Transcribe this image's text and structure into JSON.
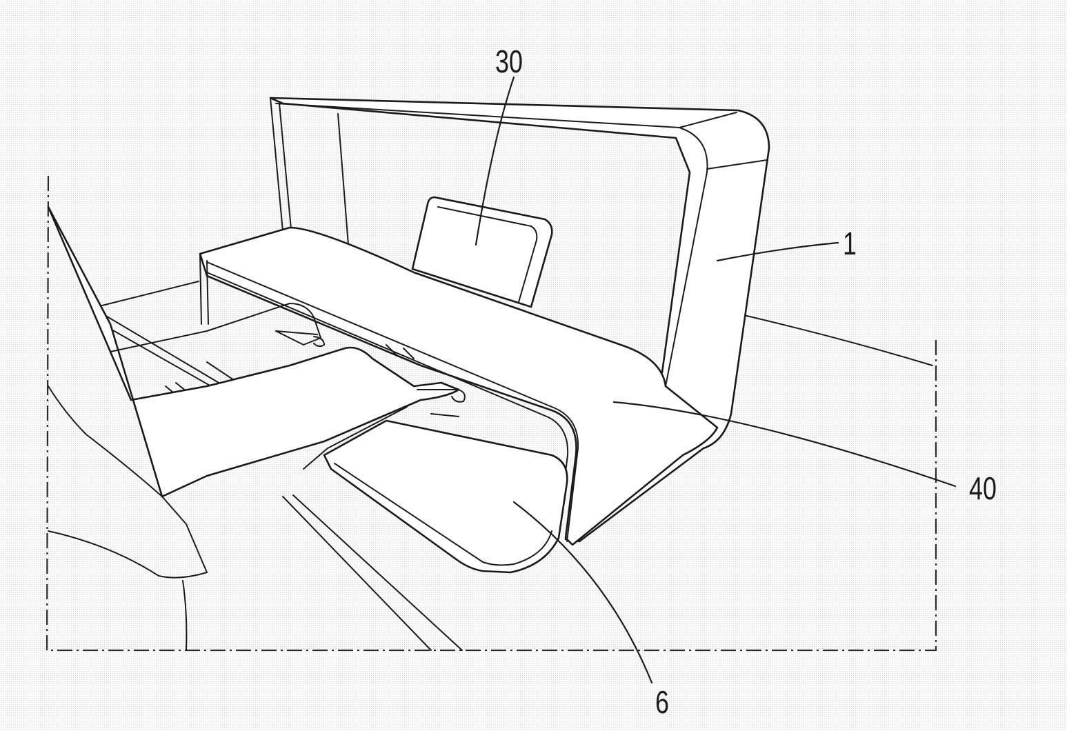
{
  "reference_numerals": {
    "ref_30": "30",
    "ref_1": "1",
    "ref_40": "40",
    "ref_6": "6"
  },
  "colors": {
    "line": "#1a1a1a",
    "background": "#fbfbfb"
  }
}
